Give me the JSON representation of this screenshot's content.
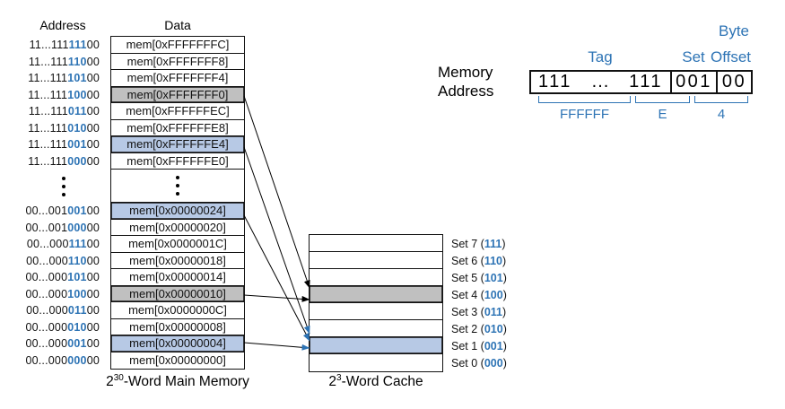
{
  "memory": {
    "address_header": "Address",
    "data_header": "Data",
    "caption": {
      "base": "2",
      "exponent": "30",
      "suffix": "-Word Main Memory"
    },
    "upper_rows": [
      {
        "address_prefix": "11...111",
        "address_set_bits": "111",
        "address_offset": "00",
        "data": "mem[0xFFFFFFFC]",
        "highlight": "none"
      },
      {
        "address_prefix": "11...111",
        "address_set_bits": "110",
        "address_offset": "00",
        "data": "mem[0xFFFFFFF8]",
        "highlight": "none"
      },
      {
        "address_prefix": "11...111",
        "address_set_bits": "101",
        "address_offset": "00",
        "data": "mem[0xFFFFFFF4]",
        "highlight": "none"
      },
      {
        "address_prefix": "11...111",
        "address_set_bits": "100",
        "address_offset": "00",
        "data": "mem[0xFFFFFFF0]",
        "highlight": "gray"
      },
      {
        "address_prefix": "11...111",
        "address_set_bits": "011",
        "address_offset": "00",
        "data": "mem[0xFFFFFFEC]",
        "highlight": "none"
      },
      {
        "address_prefix": "11...111",
        "address_set_bits": "010",
        "address_offset": "00",
        "data": "mem[0xFFFFFFE8]",
        "highlight": "none"
      },
      {
        "address_prefix": "11...111",
        "address_set_bits": "001",
        "address_offset": "00",
        "data": "mem[0xFFFFFFE4]",
        "highlight": "blue"
      },
      {
        "address_prefix": "11...111",
        "address_set_bits": "000",
        "address_offset": "00",
        "data": "mem[0xFFFFFFE0]",
        "highlight": "none"
      }
    ],
    "lower_rows": [
      {
        "address_prefix": "00...001",
        "address_set_bits": "001",
        "address_offset": "00",
        "data": "mem[0x00000024]",
        "highlight": "blue"
      },
      {
        "address_prefix": "00...001",
        "address_set_bits": "000",
        "address_offset": "00",
        "data": "mem[0x00000020]",
        "highlight": "none"
      },
      {
        "address_prefix": "00...000",
        "address_set_bits": "111",
        "address_offset": "00",
        "data": "mem[0x0000001C]",
        "highlight": "none"
      },
      {
        "address_prefix": "00...000",
        "address_set_bits": "110",
        "address_offset": "00",
        "data": "mem[0x00000018]",
        "highlight": "none"
      },
      {
        "address_prefix": "00...000",
        "address_set_bits": "101",
        "address_offset": "00",
        "data": "mem[0x00000014]",
        "highlight": "none"
      },
      {
        "address_prefix": "00...000",
        "address_set_bits": "100",
        "address_offset": "00",
        "data": "mem[0x00000010]",
        "highlight": "gray"
      },
      {
        "address_prefix": "00...000",
        "address_set_bits": "011",
        "address_offset": "00",
        "data": "mem[0x0000000C]",
        "highlight": "none"
      },
      {
        "address_prefix": "00...000",
        "address_set_bits": "010",
        "address_offset": "00",
        "data": "mem[0x00000008]",
        "highlight": "none"
      },
      {
        "address_prefix": "00...000",
        "address_set_bits": "001",
        "address_offset": "00",
        "data": "mem[0x00000004]",
        "highlight": "blue"
      },
      {
        "address_prefix": "00...000",
        "address_set_bits": "000",
        "address_offset": "00",
        "data": "mem[0x00000000]",
        "highlight": "none"
      }
    ]
  },
  "cache": {
    "caption": {
      "base": "2",
      "exponent": "3",
      "suffix": "-Word Cache"
    },
    "sets": [
      {
        "name": "Set 7",
        "bits": "111",
        "highlight": "none"
      },
      {
        "name": "Set 6",
        "bits": "110",
        "highlight": "none"
      },
      {
        "name": "Set 5",
        "bits": "101",
        "highlight": "none"
      },
      {
        "name": "Set 4",
        "bits": "100",
        "highlight": "gray"
      },
      {
        "name": "Set 3",
        "bits": "011",
        "highlight": "none"
      },
      {
        "name": "Set 2",
        "bits": "010",
        "highlight": "none"
      },
      {
        "name": "Set 1",
        "bits": "001",
        "highlight": "blue"
      },
      {
        "name": "Set 0",
        "bits": "000",
        "highlight": "none"
      }
    ]
  },
  "mappings": [
    {
      "from": "mem[0xFFFFFFF0]",
      "to": "Set 4",
      "color": "black"
    },
    {
      "from": "mem[0xFFFFFFE4]",
      "to": "Set 1",
      "color": "blue"
    },
    {
      "from": "mem[0x00000024]",
      "to": "Set 1",
      "color": "blue"
    },
    {
      "from": "mem[0x00000010]",
      "to": "Set 4",
      "color": "black"
    },
    {
      "from": "mem[0x00000004]",
      "to": "Set 1",
      "color": "blue"
    }
  ],
  "address_breakdown": {
    "label_line1": "Memory",
    "label_line2": "Address",
    "byte_label": "Byte",
    "tag_label": "Tag",
    "set_label": "Set",
    "offset_label": "Offset",
    "tag_value_left": "111",
    "tag_value_dots": "...",
    "tag_value_right": "111",
    "set_value": "001",
    "offset_value": "00",
    "hex_values": {
      "tag": "FFFFFF",
      "mid": "E",
      "low": "4"
    }
  },
  "colors": {
    "accent_blue": "#2e74b5",
    "highlight_blue": "#b7c9e5",
    "highlight_gray": "#c0c0c0"
  }
}
